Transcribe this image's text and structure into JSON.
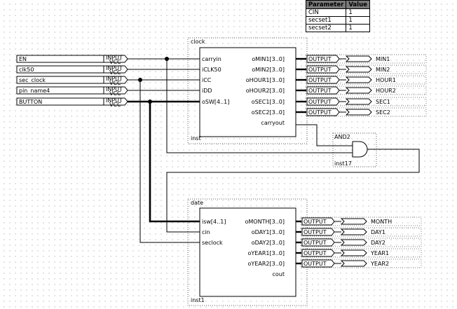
{
  "parameters": {
    "header": [
      "Parameter",
      "Value"
    ],
    "rows": [
      [
        "CIN",
        "1"
      ],
      [
        "secset1",
        "1"
      ],
      [
        "secset2",
        "1"
      ]
    ]
  },
  "inputs": {
    "type_label": "INPUT",
    "vcc_label": "VCC",
    "names": [
      "EN",
      "clk50",
      "sec_clock",
      "pin_name4",
      "BUTTON"
    ]
  },
  "outputs": {
    "type_label": "OUTPUT",
    "clock_names": [
      "MIN1",
      "MIN2",
      "HOUR1",
      "HOUR2",
      "SEC1",
      "SEC2"
    ],
    "date_names": [
      "MONTH",
      "DAY1",
      "DAY2",
      "YEAR1",
      "YEAR2"
    ]
  },
  "clock_block": {
    "title": "clock",
    "instance": "inst",
    "in_ports": [
      "carryin",
      "iCLK50",
      "iCC",
      "iDD",
      "oSW[4..1]"
    ],
    "out_ports": [
      "oMIN1[3..0]",
      "oMIN2[3..0]",
      "oHOUR1[3..0]",
      "oHOUR2[3..0]",
      "oSEC1[3..0]",
      "oSEC2[3..0]",
      "carryout"
    ]
  },
  "and_gate": {
    "title": "AND2",
    "instance": "inst17"
  },
  "date_block": {
    "title": "date",
    "instance": "inst1",
    "in_ports": [
      "isw[4..1]",
      "cin",
      "seclock"
    ],
    "out_ports": [
      "oMONTH[3..0]",
      "oDAY1[3..0]",
      "oDAY2[3..0]",
      "oYEAR1[3..0]",
      "oYEAR2[3..0]",
      "cout"
    ]
  }
}
